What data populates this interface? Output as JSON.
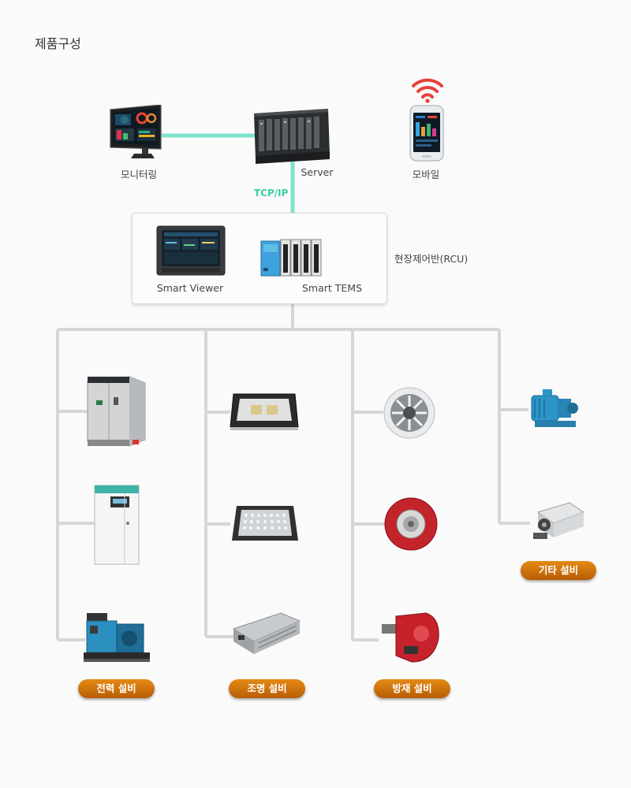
{
  "page_title": "제품구성",
  "top": {
    "monitoring_label": "모니터링",
    "server_label": "Server",
    "mobile_label": "모바일",
    "tcp_label": "TCP/IP"
  },
  "rcu": {
    "label": "현장제어반(RCU)",
    "viewer_label": "Smart Viewer",
    "tems_label": "Smart TEMS"
  },
  "categories": {
    "power": "전력 설비",
    "lighting": "조명 설비",
    "fire": "방재 설비",
    "other": "기타 설비"
  },
  "colors": {
    "link": "#7fe3cc",
    "line": "#d6d6d6",
    "badge": "#d07010",
    "wifi": "#e8413c"
  }
}
